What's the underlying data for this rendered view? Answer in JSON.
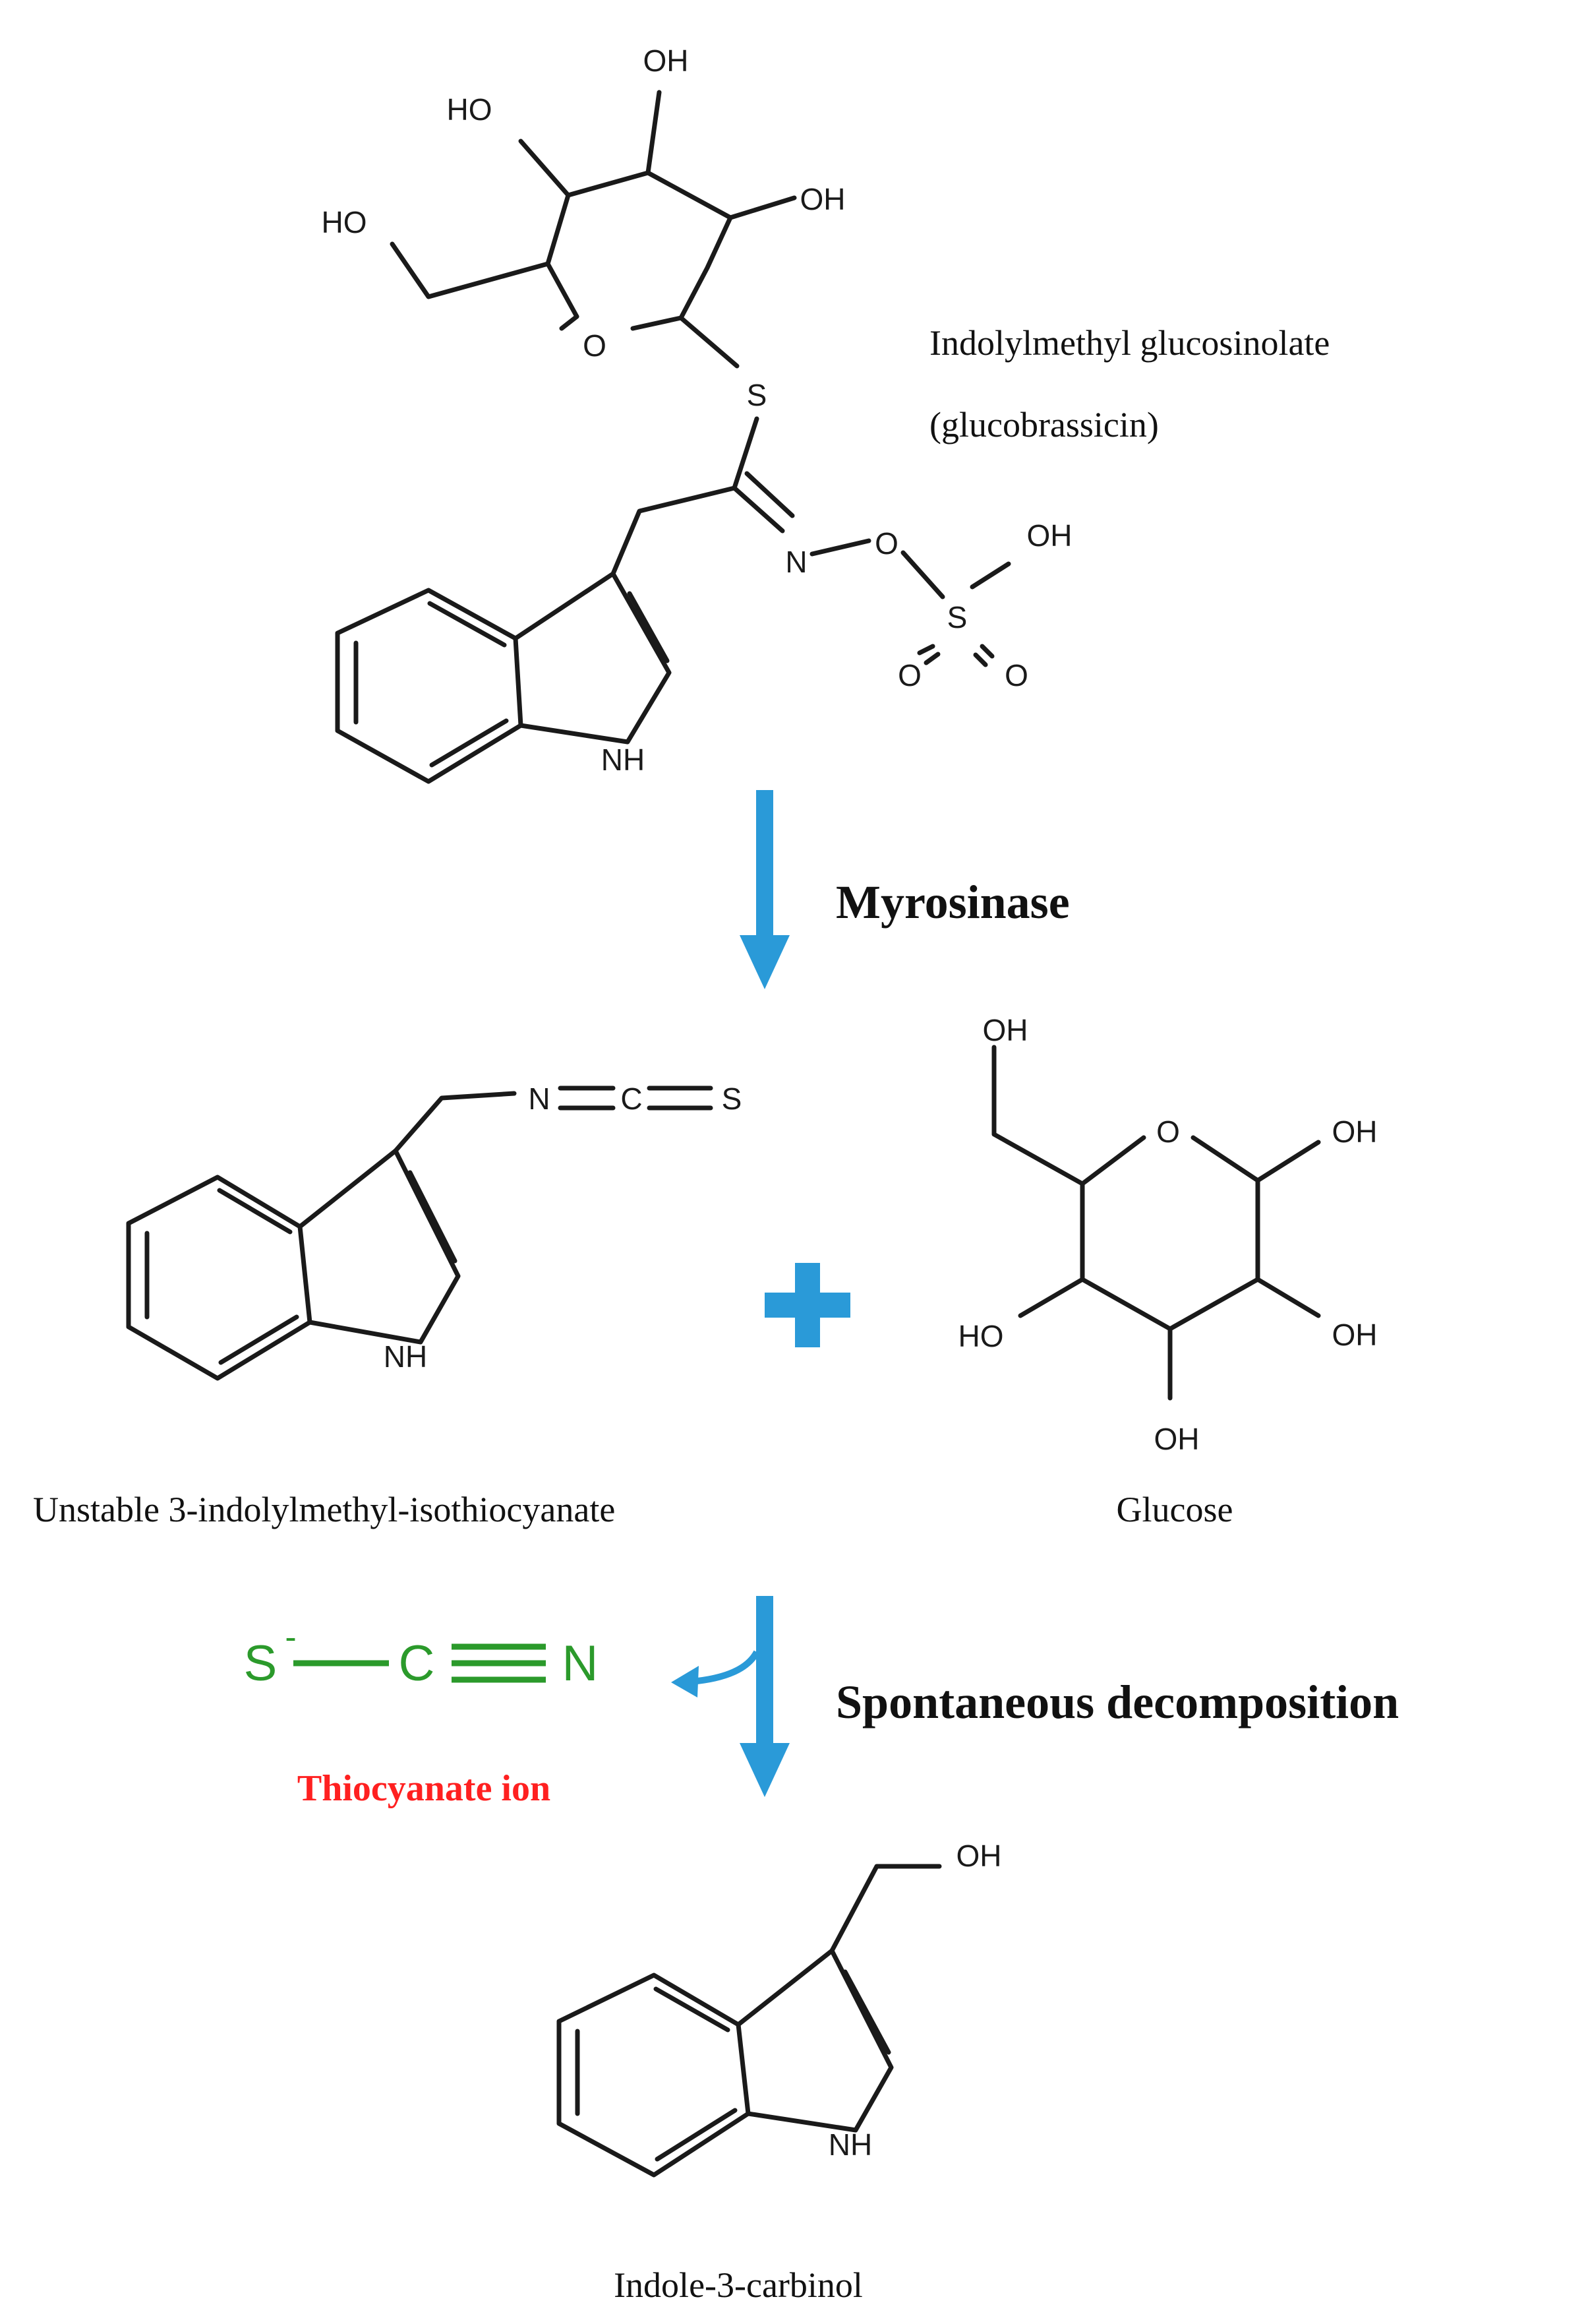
{
  "molecules": {
    "glucobrassicin": {
      "name_line1": "Indolylmethyl glucosinolate",
      "name_line2": "(glucobrassicin)",
      "atoms": {
        "oh_top": "OH",
        "ho_left": "HO",
        "oh_right": "OH",
        "ho_ch2": "HO",
        "ring_o": "O",
        "s": "S",
        "n": "N",
        "o_link": "O",
        "oh_sulfate": "OH",
        "s_sulfate": "S",
        "o_left": "O",
        "o_right": "O",
        "nh": "NH"
      }
    },
    "isothiocyanate": {
      "name": "Unstable 3-indolylmethyl-isothiocyanate",
      "atoms": {
        "n": "N",
        "c": "C",
        "s": "S",
        "nh": "NH"
      }
    },
    "glucose": {
      "name": "Glucose",
      "atoms": {
        "oh_top": "OH",
        "ring_o": "O",
        "oh_c1": "OH",
        "oh_c2": "OH",
        "oh_c3": "OH",
        "ho_c4": "HO"
      }
    },
    "thiocyanate": {
      "name": "Thiocyanate ion",
      "atoms": {
        "s": "S",
        "charge": "-",
        "c": "C",
        "n": "N"
      }
    },
    "indole3carbinol": {
      "name": "Indole-3-carbinol",
      "atoms": {
        "oh": "OH",
        "nh": "NH"
      }
    }
  },
  "steps": {
    "step1": "Myrosinase",
    "step2": "Spontaneous decomposition"
  },
  "colors": {
    "arrow": "#2a9ad8",
    "plus": "#2a9ad8",
    "thiocyanate_structure": "#2b9a2b",
    "thiocyanate_label": "#ff2020",
    "bond": "#1a1a1a"
  }
}
